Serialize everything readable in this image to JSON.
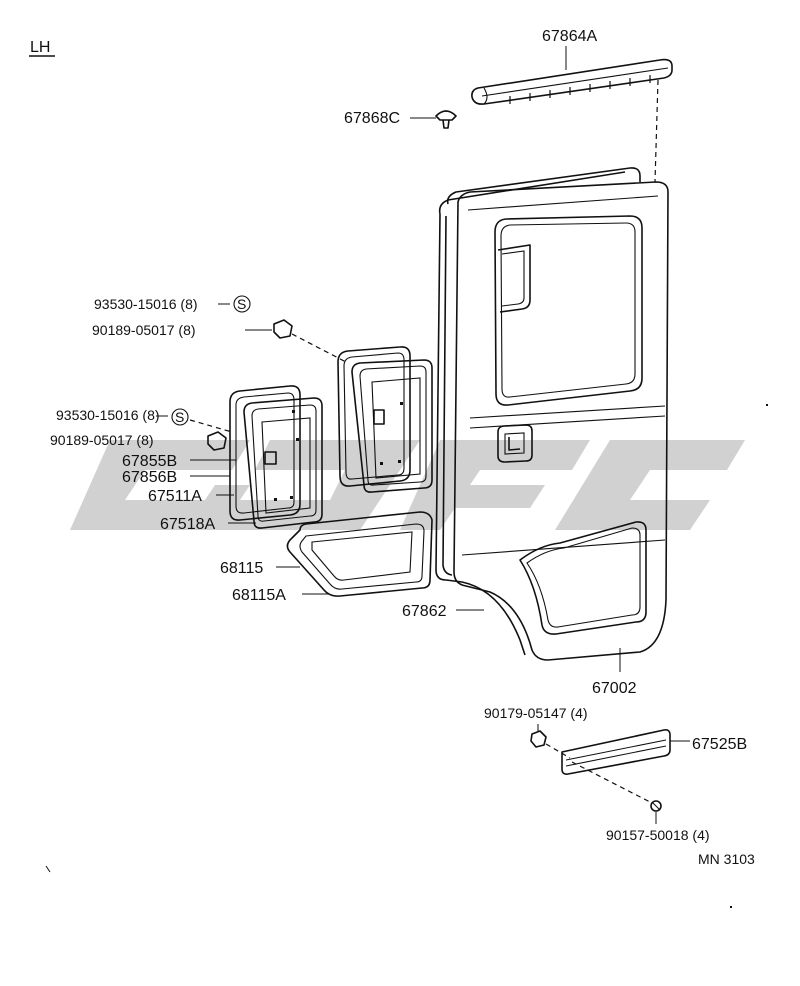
{
  "header": {
    "side_label": "LH"
  },
  "diagram_code": "MN 3103",
  "watermark": {
    "text": "",
    "color": "#c8c8c8"
  },
  "callouts": {
    "c67864A": "67864A",
    "c67868C": "67868C",
    "c93530_top": "93530-15016 (8)",
    "c90189_top": "90189-05017 (8)",
    "c93530_mid": "93530-15016 (8)",
    "c90189_mid": "90189-05017 (8)",
    "c67855B": "67855B",
    "c67856B": "67856B",
    "c67511A": "67511A",
    "c67518A": "67518A",
    "c68115": "68115",
    "c68115A": "68115A",
    "c67862": "67862",
    "c67002": "67002",
    "c90179": "90179-05147 (4)",
    "c67525B": "67525B",
    "c90157": "90157-50018 (4)"
  },
  "symbols": {
    "s_marker": "S"
  }
}
